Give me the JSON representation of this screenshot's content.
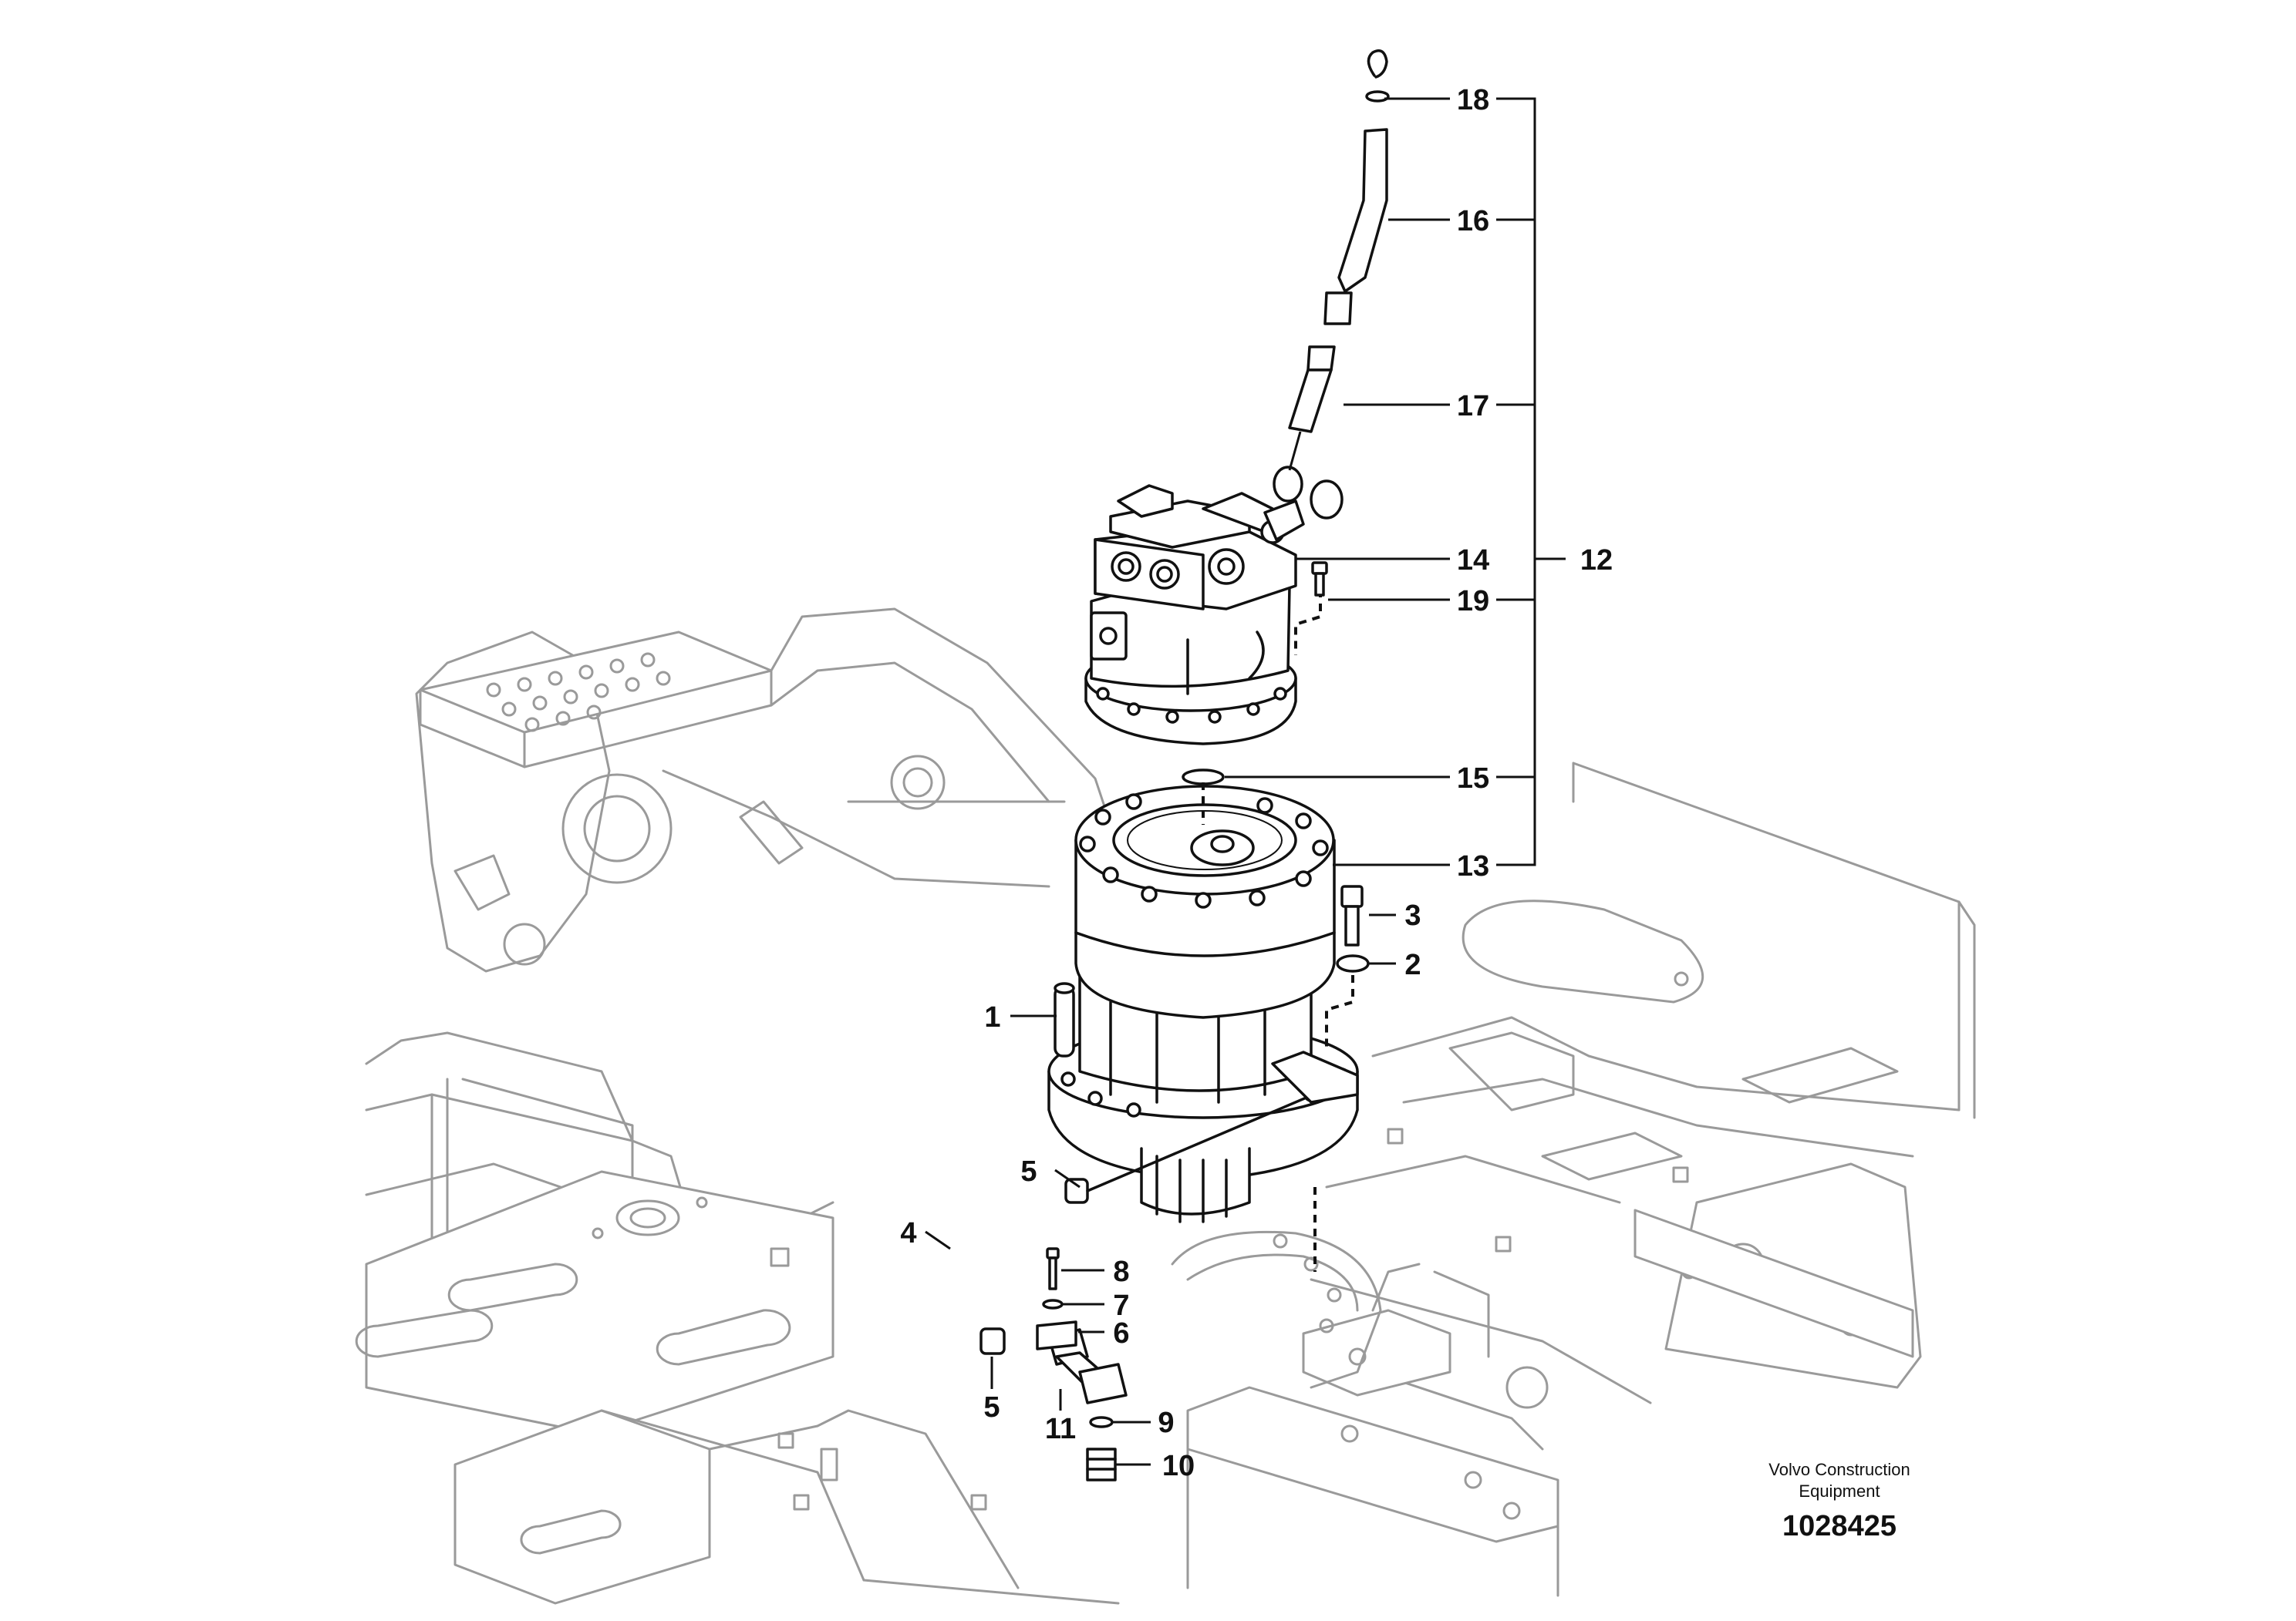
{
  "diagram": {
    "callouts": [
      "1",
      "2",
      "3",
      "4",
      "5",
      "5",
      "6",
      "7",
      "8",
      "9",
      "10",
      "11",
      "12",
      "13",
      "14",
      "15",
      "16",
      "17",
      "18",
      "19"
    ]
  },
  "footer": {
    "company_line1": "Volvo Construction",
    "company_line2": "Equipment",
    "figure_number": "1028425"
  }
}
